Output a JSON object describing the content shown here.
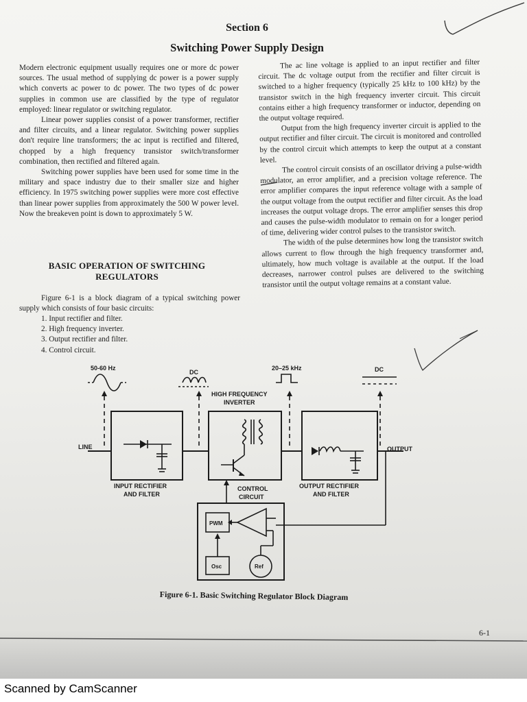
{
  "section": "Section 6",
  "title": "Switching Power Supply Design",
  "left_column": [
    "Modern electronic equipment usually requires one or more dc power sources. The usual method of supplying dc power is a power supply which converts ac power to dc power. The two types of dc power supplies in common use are classified by the type of regulator employed: linear regulator or switching regulator.",
    "Linear power supplies consist of a power transformer, rectifier and filter circuits, and a linear regulator. Switching power supplies don't require line transformers; the ac input is rectified and filtered, chopped by a high frequency transistor switch/transformer combination, then rectified and filtered again.",
    "Switching power supplies have been used for some time in the military and space industry due to their smaller size and higher efficiency. In 1975 switching power supplies were more cost effective than linear power supplies from approximately the 500 W power level. Now the breakeven point is down to approximately 5 W."
  ],
  "subheading": "BASIC OPERATION OF SWITCHING REGULATORS",
  "intro": "Figure 6-1 is a block diagram of a typical switching power supply which consists of four basic circuits:",
  "steps": [
    "1. Input rectifier and filter.",
    "2. High frequency inverter.",
    "3. Output rectifier and filter.",
    "4. Control circuit."
  ],
  "right_column": [
    "The ac line voltage is applied to an input rectifier and filter circuit. The dc voltage output from the rectifier and filter circuit is switched to a higher frequency (typically 25 kHz to 100 kHz) by the transistor switch in the high frequency inverter circuit. This circuit contains either a high frequency transformer or inductor, depending on the output voltage required.",
    "Output from the high frequency inverter circuit is applied to the output rectifier and filter circuit. The circuit is monitored and controlled by the control circuit which attempts to keep the output at a constant level.",
    "The control circuit consists of an oscillator driving a pulse-width modulator, an error amplifier, and a precision voltage reference. The error amplifier compares the input reference voltage with a sample of the output voltage from the output rectifier and filter circuit. As the load increases the output voltage drops. The error amplifier senses this drop and causes the pulse-width modulator to remain on for a longer period of time, delivering wider control pulses to the transistor switch.",
    "The width of the pulse determines how long the transistor switch allows current to flow through the high frequency transformer and, ultimately, how much voltage is available at the output. If the load decreases, narrower control pulses are delivered to the switching transistor until the output voltage remains at a constant value."
  ],
  "diagram": {
    "freq_in": "50-60 Hz",
    "dc_1": "DC",
    "freq_hf": "20–25 kHz",
    "dc_2": "DC",
    "hf_inverter": [
      "HIGH FREQUENCY",
      "INVERTER"
    ],
    "line": "LINE",
    "output": "OUTPUT",
    "input_rect": [
      "INPUT RECTIFIER",
      "AND FILTER"
    ],
    "control": [
      "CONTROL",
      "CIRCUIT"
    ],
    "output_rect": [
      "OUTPUT RECTIFIER",
      "AND FILTER"
    ],
    "pwm": "PWM",
    "osc": "Osc",
    "ref": "Ref"
  },
  "caption": "Figure 6-1. Basic Switching Regulator Block Diagram",
  "page_number": "6-1",
  "footer": "Scanned by CamScanner",
  "colors": {
    "ink": "#1b1b1b",
    "paper": "#f2f2ef",
    "pen": "#3a3a3a"
  }
}
